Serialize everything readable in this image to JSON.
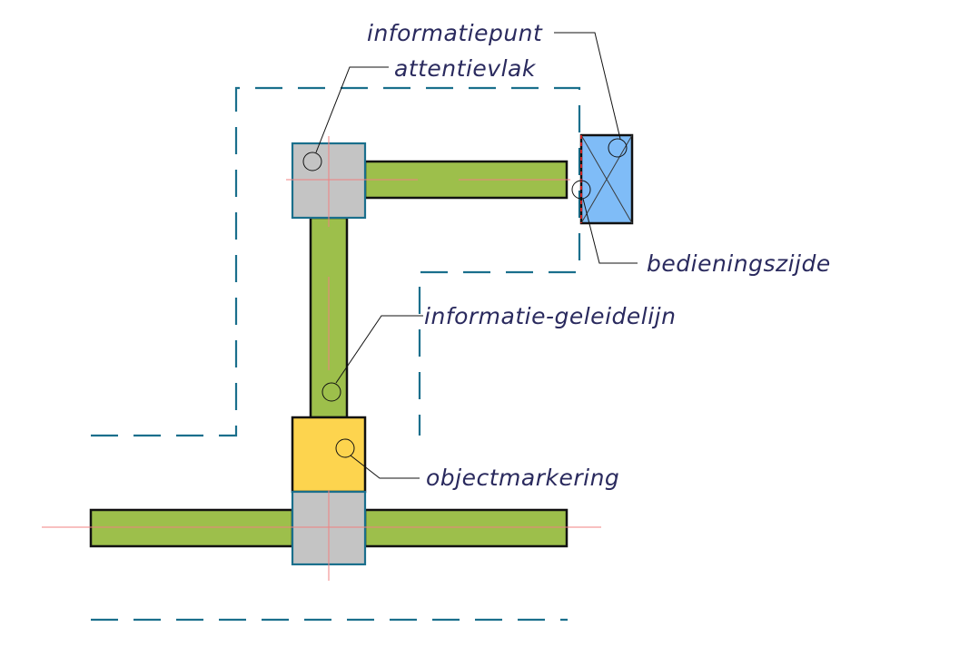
{
  "labels": {
    "informatiepunt": "informatiepunt",
    "attentievlak": "attentievlak",
    "bedieningszijde": "bedieningszijde",
    "informatie_geleidelijn": "informatie-geleidelijn",
    "objectmarkering": "objectmarkering"
  },
  "colors": {
    "geleidelijn_green": "#9dbf4b",
    "attentievlak_grey": "#c4c4c4",
    "objectmarkering_yellow": "#fdd44e",
    "informatiepunt_blue": "#7fbcf7",
    "route_border_blue": "#1a6f8c",
    "axis_red": "#f08080",
    "label_text": "#2a2a5e"
  }
}
